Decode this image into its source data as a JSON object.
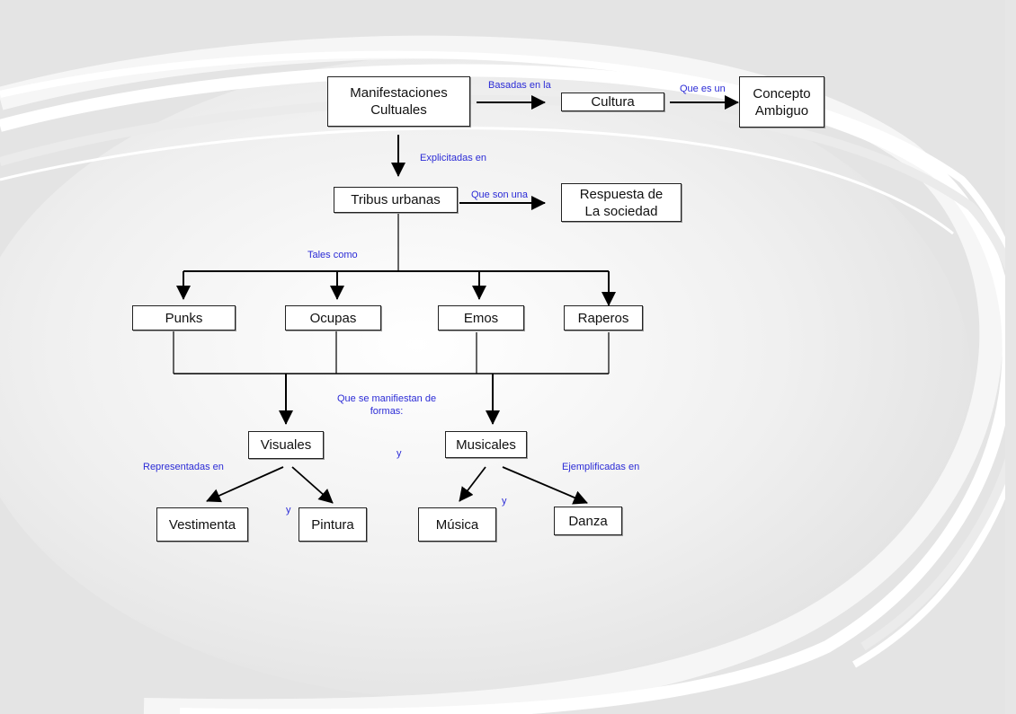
{
  "diagram": {
    "title": "Manifestaciones Cultuales concept map",
    "colors": {
      "node_border": "#222222",
      "node_fill": "#ffffff",
      "label_text": "#2b2bd6",
      "connector": "#000000",
      "background": "#e6e6e6"
    },
    "nodes": {
      "manifestaciones": "Manifestaciones\nCultuales",
      "cultura": "Cultura",
      "concepto": "Concepto\nAmbiguo",
      "tribus": "Tribus urbanas",
      "respuesta": "Respuesta de\nLa sociedad",
      "punks": "Punks",
      "ocupas": "Ocupas",
      "emos": "Emos",
      "raperos": "Raperos",
      "visuales": "Visuales",
      "musicales": "Musicales",
      "vestimenta": "Vestimenta",
      "pintura": "Pintura",
      "musica": "Música",
      "danza": "Danza"
    },
    "link_labels": {
      "basadas": "Basadas en la",
      "que_es_un": "Que es un",
      "explicitadas": "Explicitadas en",
      "que_son_una": "Que son una",
      "tales_como": "Tales como",
      "que_se_manifiestan": "Que se manifiestan de\nformas:",
      "y_formas": "y",
      "representadas": "Representadas en",
      "y_visual": "y",
      "y_musical": "y",
      "ejemplificadas": "Ejemplificadas en"
    },
    "edges": [
      {
        "from": "manifestaciones",
        "to": "cultura",
        "label": "basadas"
      },
      {
        "from": "cultura",
        "to": "concepto",
        "label": "que_es_un"
      },
      {
        "from": "manifestaciones",
        "to": "tribus",
        "label": "explicitadas"
      },
      {
        "from": "tribus",
        "to": "respuesta",
        "label": "que_son_una"
      },
      {
        "from": "tribus",
        "to": "punks",
        "label": "tales_como"
      },
      {
        "from": "tribus",
        "to": "ocupas",
        "label": "tales_como"
      },
      {
        "from": "tribus",
        "to": "emos",
        "label": "tales_como"
      },
      {
        "from": "tribus",
        "to": "raperos",
        "label": "tales_como"
      },
      {
        "from": "punks|ocupas|emos|raperos",
        "to": "visuales",
        "label": "que_se_manifiestan"
      },
      {
        "from": "punks|ocupas|emos|raperos",
        "to": "musicales",
        "label": "que_se_manifiestan"
      },
      {
        "from": "visuales",
        "to": "vestimenta",
        "label": "representadas"
      },
      {
        "from": "visuales",
        "to": "pintura",
        "label": "representadas"
      },
      {
        "from": "musicales",
        "to": "musica",
        "label": "ejemplificadas"
      },
      {
        "from": "musicales",
        "to": "danza",
        "label": "ejemplificadas"
      }
    ]
  }
}
